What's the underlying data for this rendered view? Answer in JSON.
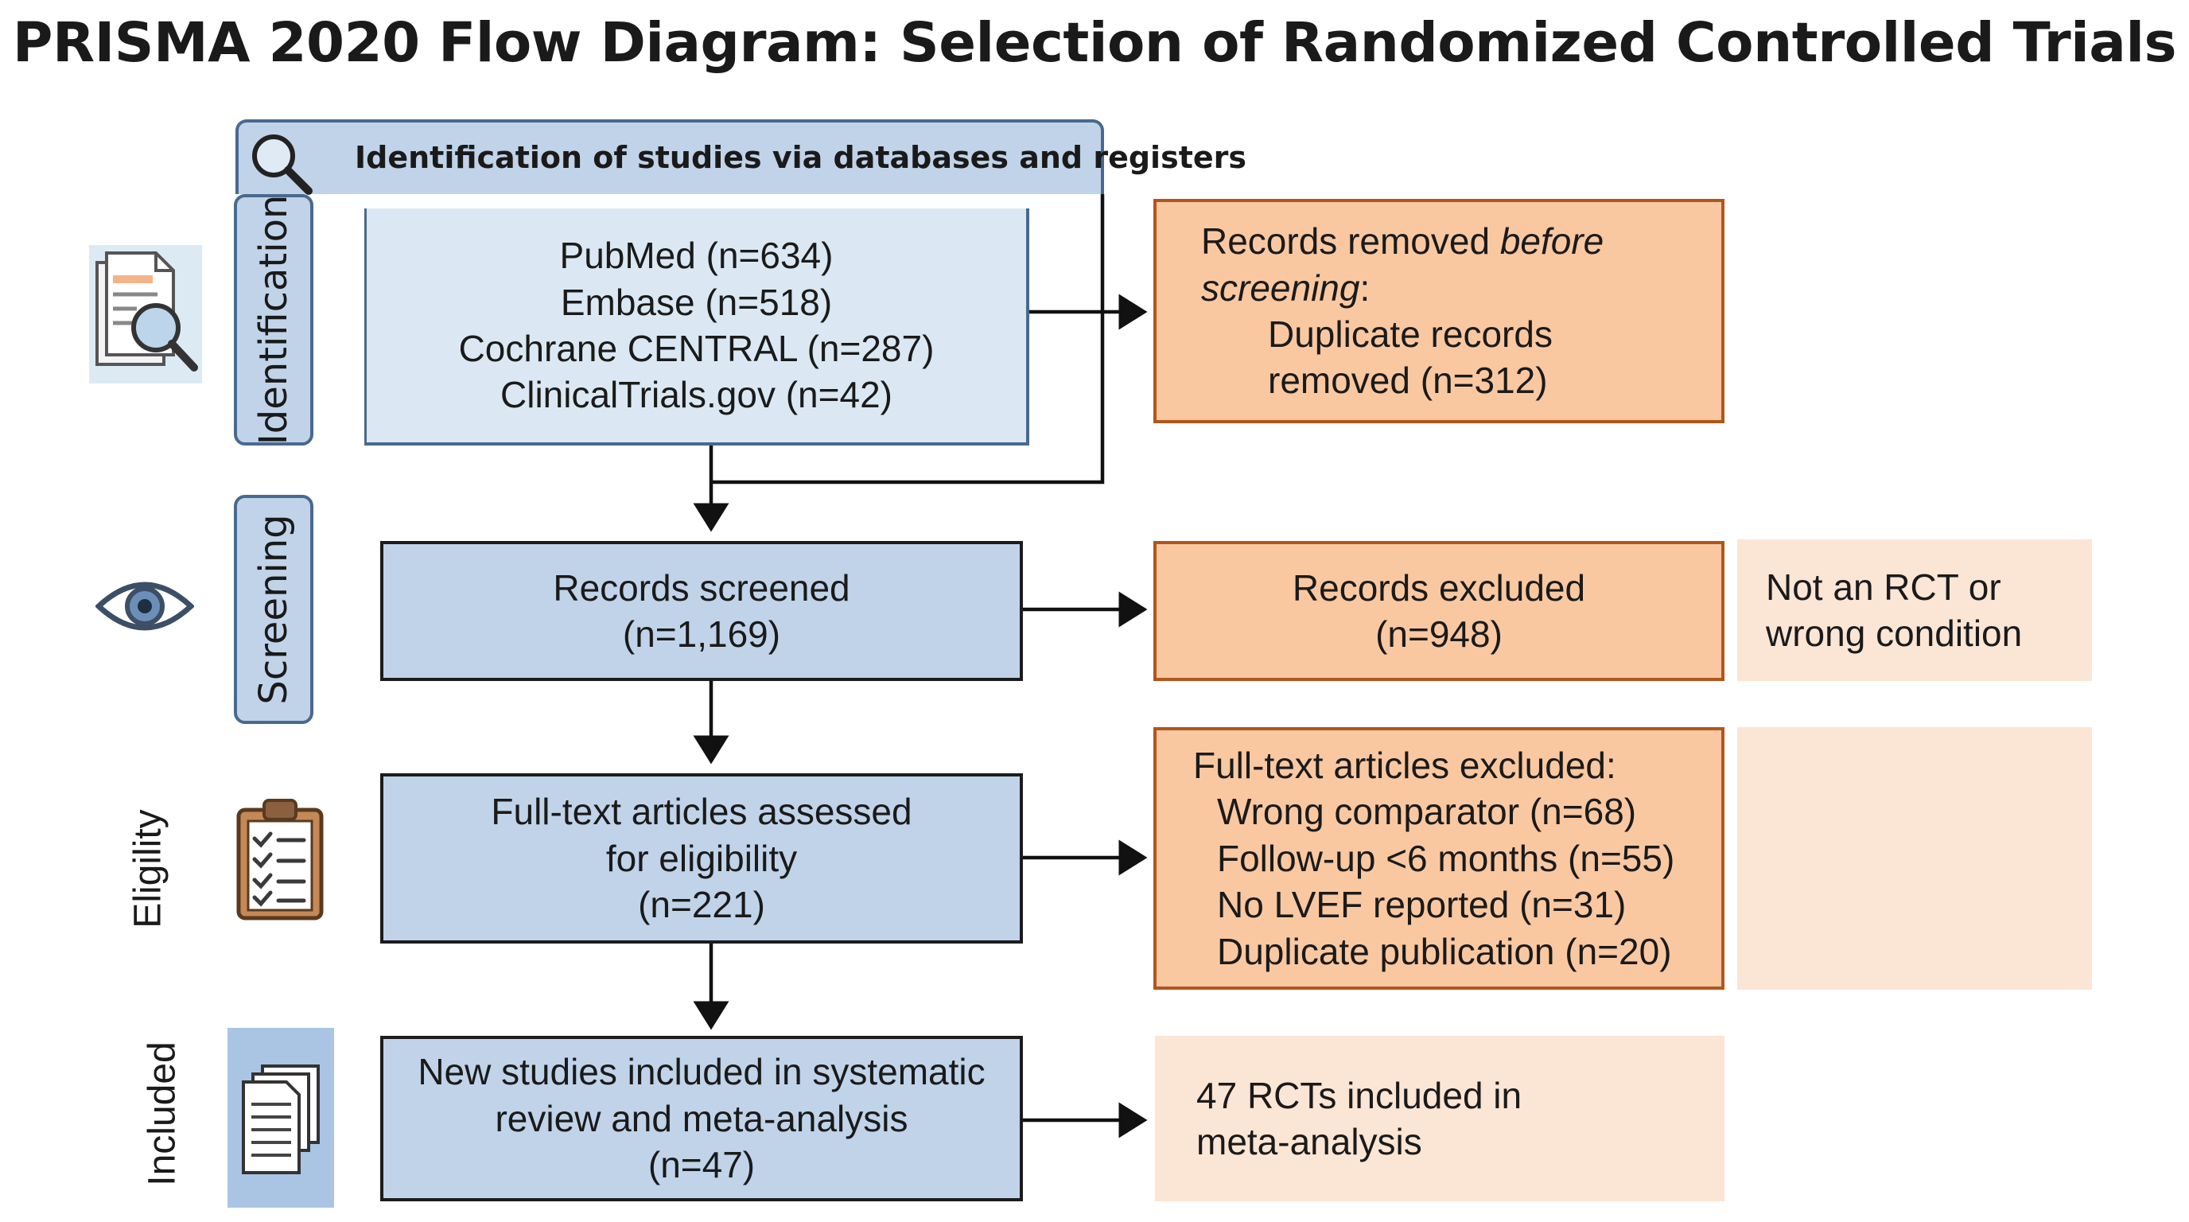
{
  "title": "PRISMA 2020 Flow Diagram: Selection of Randomized Controlled Trials",
  "identification_header": "Identification of studies via databases and registers",
  "phases": {
    "identification": "Identification",
    "screening": "Screening",
    "eligibility": "Eligility",
    "included": "Included"
  },
  "sources": [
    "PubMed (n=634)",
    "Embase (n=518)",
    "Cochrane CENTRAL (n=287)",
    "ClinicalTrials.gov (n=42)"
  ],
  "removed_before_screening": {
    "prefix": "Records removed ",
    "italic": "before",
    "italic2": "screening",
    "suffix": ":",
    "line1": "Duplicate records",
    "line2": "removed (n=312)"
  },
  "screened": {
    "line1": "Records screened",
    "line2": "(n=1,169)"
  },
  "excluded": {
    "line1": "Records excluded",
    "line2": "(n=948)"
  },
  "excluded_note": {
    "line1": "Not an RCT or",
    "line2": "wrong condition"
  },
  "assessed": {
    "line1": "Full-text articles assessed",
    "line2": "for eligibility",
    "line3": "(n=221)"
  },
  "fulltext_excluded": {
    "heading": "Full-text articles excluded:",
    "reasons": [
      "Wrong comparator (n=68)",
      "Follow-up <6 months (n=55)",
      "No LVEF reported (n=31)",
      "Duplicate publication (n=20)"
    ]
  },
  "included": {
    "line1": "New studies included in systematic",
    "line2": "review and meta-analysis",
    "line3": "(n=47)"
  },
  "included_note": {
    "line1": "47 RCTs included in",
    "line2": "meta-analysis"
  },
  "icons": {
    "identification": "document-search-icon",
    "screening": "eye-icon",
    "eligibility": "clipboard-checklist-icon",
    "included": "stacked-documents-icon",
    "band": "magnifier-icon"
  },
  "colors": {
    "blue_fill": "#c0d3e9",
    "blue_border": "#49698f",
    "orange_fill": "#f9c8a1",
    "orange_border": "#b2551d",
    "peach_fill": "#fbe5d5"
  }
}
